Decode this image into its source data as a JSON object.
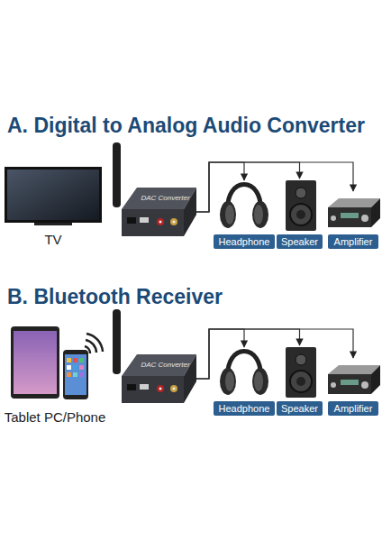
{
  "diagram": {
    "nodes": [
      {
        "text": [
          "TV"
        ]
      },
      {
        "text": [
          "DAC Converter"
        ]
      },
      {
        "text": [
          "Headphone"
        ]
      },
      {
        "text": [
          "Speaker"
        ]
      },
      {
        "text": [
          "Amplifier"
        ]
      },
      {
        "text": [
          "Tablet PC/Phone"
        ]
      },
      {
        "text": [
          "DAC Converter"
        ]
      },
      {
        "text": [
          "Headphone"
        ]
      },
      {
        "text": [
          "Speaker"
        ]
      },
      {
        "text": [
          "Amplifier"
        ]
      }
    ],
    "edges": [
      {
        "from": 1,
        "to": 2,
        "arrow": "to"
      },
      {
        "from": 1,
        "to": 3,
        "arrow": "to"
      },
      {
        "from": 1,
        "to": 4,
        "arrow": "to"
      },
      {
        "from": 6,
        "to": 7,
        "arrow": "to"
      },
      {
        "from": 6,
        "to": 8,
        "arrow": "to"
      },
      {
        "from": 6,
        "to": 9,
        "arrow": "to"
      }
    ],
    "labels": [
      "A. Digital to Analog Audio Converter",
      "B. Bluetooth Receiver"
    ]
  }
}
